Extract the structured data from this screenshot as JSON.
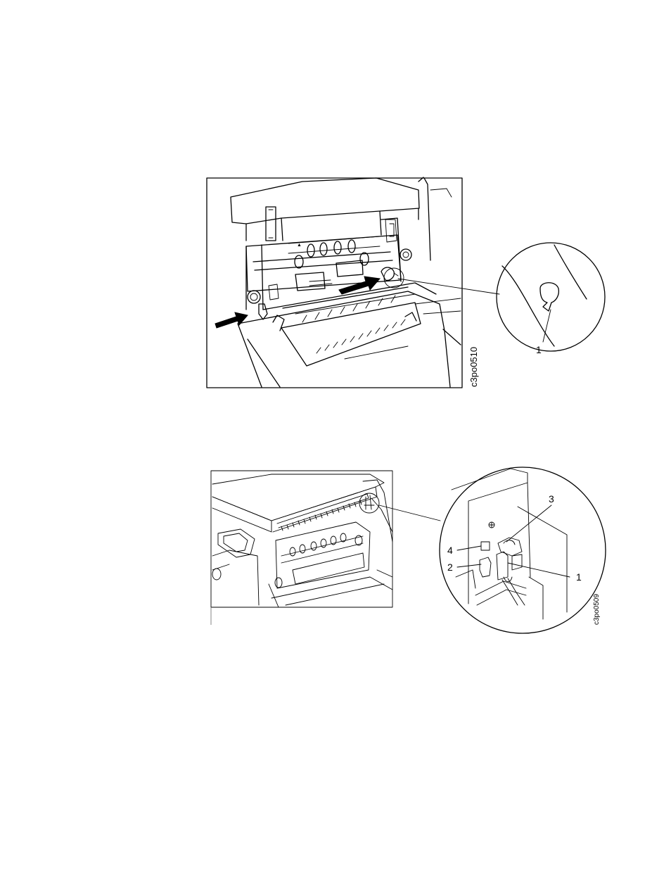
{
  "figure1": {
    "id_label": "c3po0510",
    "callouts": [
      "1"
    ]
  },
  "figure2": {
    "id_label": "c3po0509",
    "callouts": [
      "3",
      "4",
      "2",
      "1"
    ]
  }
}
